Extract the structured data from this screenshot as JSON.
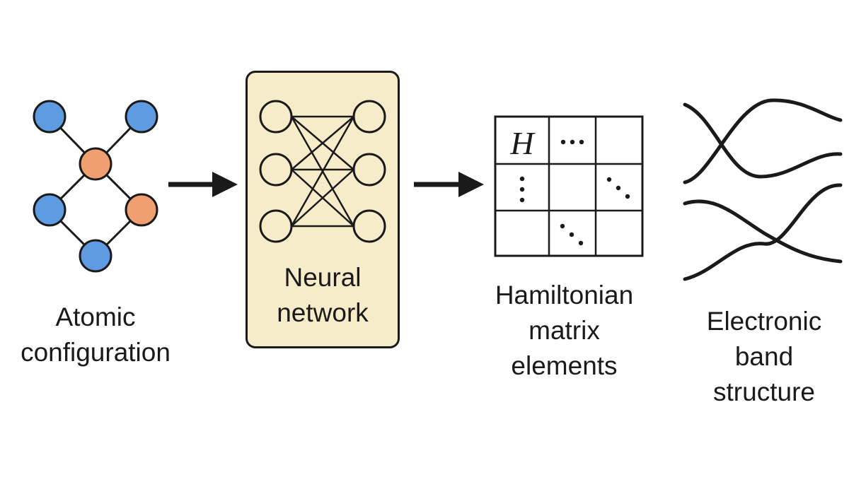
{
  "colors": {
    "background": "#ffffff",
    "stroke": "#1a1a1a",
    "atom_blue": "#5f9be0",
    "atom_orange": "#f0a070",
    "nn_box_fill": "#f7ecc9"
  },
  "steps": {
    "atomic": {
      "line1": "Atomic",
      "line2": "configuration"
    },
    "neural": {
      "line1": "Neural",
      "line2": "network"
    },
    "hamiltonian": {
      "line1": "Hamiltonian",
      "line2": "matrix",
      "line3": "elements",
      "matrix_symbol": "H"
    },
    "band": {
      "line1": "Electronic",
      "line2": "band",
      "line3": "structure"
    }
  },
  "icons": [
    "molecule-icon",
    "arrow-right-icon",
    "neural-network-icon",
    "matrix-icon",
    "band-curves-icon"
  ]
}
